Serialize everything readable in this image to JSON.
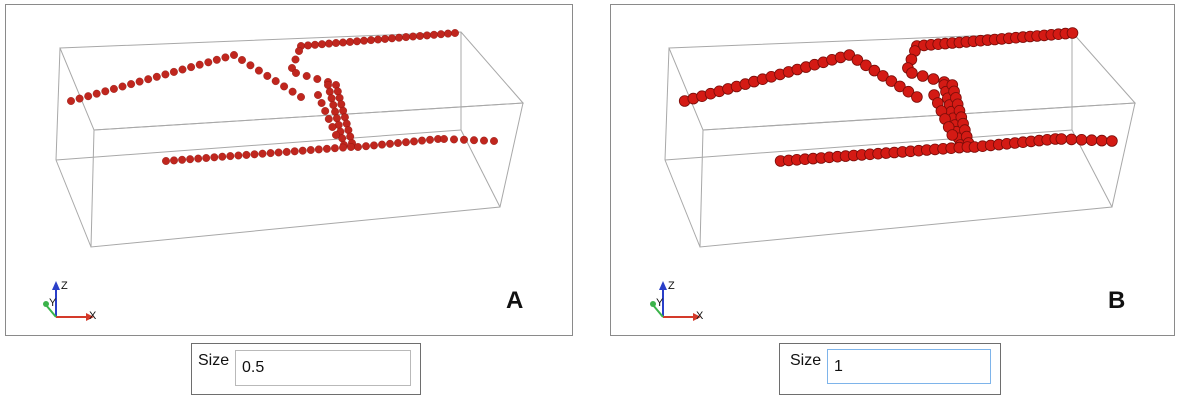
{
  "panels": [
    {
      "letter": "A",
      "size_label": "Size",
      "size_value": "0.5",
      "point_size": 0.5,
      "point_color": "#c0261e",
      "axes": {
        "x": "X",
        "y": "Y",
        "z": "Z"
      }
    },
    {
      "letter": "B",
      "size_label": "Size",
      "size_value": "1",
      "point_size": 1,
      "point_color": "#d41a14",
      "axes": {
        "x": "X",
        "y": "Y",
        "z": "Z"
      }
    }
  ],
  "colors": {
    "box_edge": "#a8a8a8",
    "axis_x": "#d43a2a",
    "axis_y": "#3bb34a",
    "axis_z": "#2a3fc8"
  }
}
